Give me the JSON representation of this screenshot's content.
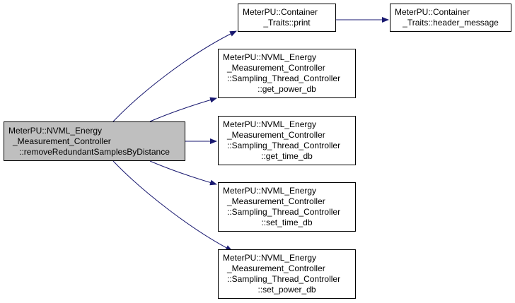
{
  "colors": {
    "edge": "#191970",
    "node_border": "#000000",
    "node_fill": "#ffffff",
    "root_fill": "#bfbfbf",
    "text": "#000000"
  },
  "nodes": {
    "root": {
      "lines": [
        "MeterPU::NVML_Energy",
        "_Measurement_Controller",
        "::removeRedundantSamplesByDistance"
      ]
    },
    "print": {
      "lines": [
        "MeterPU::Container",
        "_Traits::print"
      ]
    },
    "header_message": {
      "lines": [
        "MeterPU::Container",
        "_Traits::header_message"
      ]
    },
    "get_power_db": {
      "lines": [
        "MeterPU::NVML_Energy",
        "_Measurement_Controller",
        "::Sampling_Thread_Controller",
        "::get_power_db"
      ]
    },
    "get_time_db": {
      "lines": [
        "MeterPU::NVML_Energy",
        "_Measurement_Controller",
        "::Sampling_Thread_Controller",
        "::get_time_db"
      ]
    },
    "set_time_db": {
      "lines": [
        "MeterPU::NVML_Energy",
        "_Measurement_Controller",
        "::Sampling_Thread_Controller",
        "::set_time_db"
      ]
    },
    "set_power_db": {
      "lines": [
        "MeterPU::NVML_Energy",
        "_Measurement_Controller",
        "::Sampling_Thread_Controller",
        "::set_power_db"
      ]
    }
  }
}
